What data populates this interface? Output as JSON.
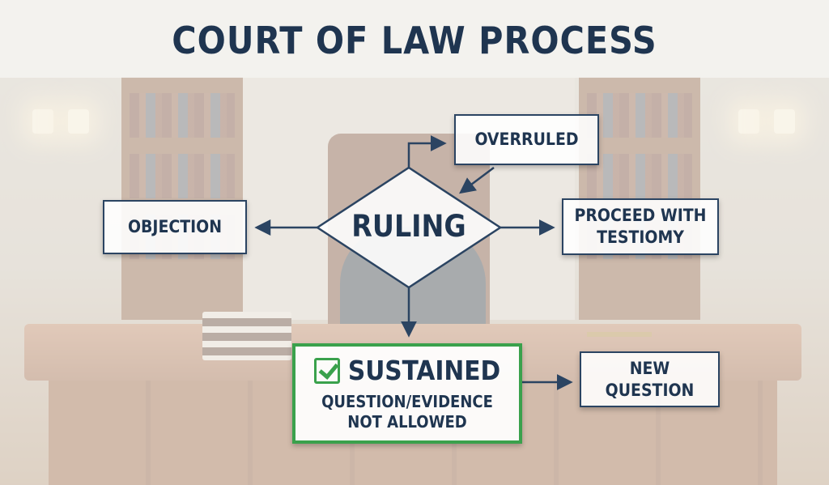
{
  "title": "COURT OF LAW PROCESS",
  "nodes": {
    "ruling": "RULING",
    "overruled": "OVERRULED",
    "objection": "OBJECTION",
    "proceed": "PROCEED WITH\nTESTIOMY",
    "sustained": {
      "label": "SUSTAINED",
      "detail": "QUESTION/EVIDENCE\nNOT ALLOWED"
    },
    "new_question": "NEW\nQUESTION"
  },
  "colors": {
    "text": "#1f3550",
    "border": "#2b4462",
    "accent_green": "#3aa14c"
  },
  "icons": [
    "check-icon"
  ]
}
